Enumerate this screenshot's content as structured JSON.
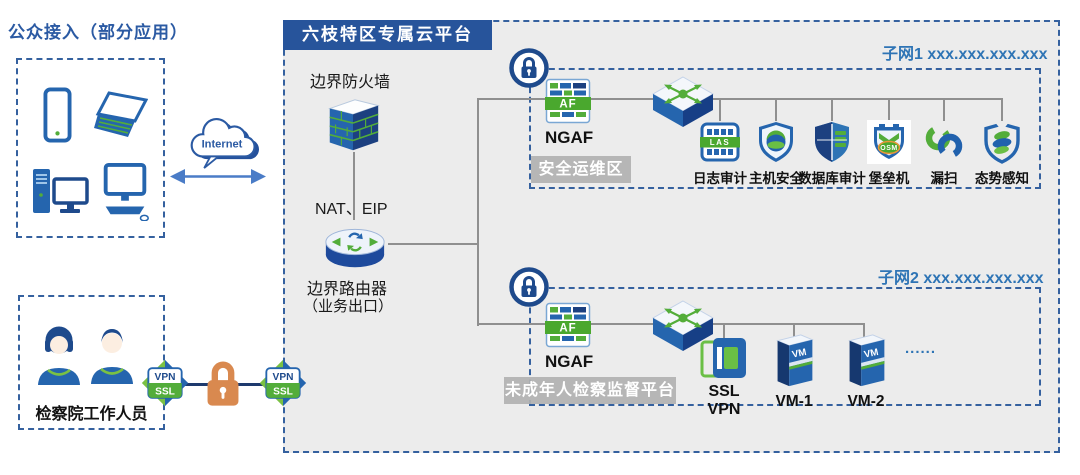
{
  "public_access": {
    "title": "公众接入（部分应用）"
  },
  "internet": {
    "label": "Internet"
  },
  "staff": {
    "label": "检察院工作人员"
  },
  "vpn_gateway": {
    "top_label": "VPN",
    "bottom_label": "SSL"
  },
  "platform": {
    "title": "六枝特区专属云平台",
    "border_firewall_label": "边界防火墙",
    "nat_eip_label": "NAT、EIP",
    "border_router_label": "边界路由器",
    "border_router_sublabel": "（业务出口）"
  },
  "subnet1": {
    "title": "子网1 xxx.xxx.xxx.xxx",
    "zone_badge": "安全运维区",
    "ngaf": {
      "label": "NGAF",
      "badge": "AF"
    },
    "devices": [
      {
        "label": "日志审计",
        "badge": "LAS"
      },
      {
        "label": "主机安全"
      },
      {
        "label": "数据库审计"
      },
      {
        "label": "堡垒机",
        "badge": "OSM"
      },
      {
        "label": "漏扫"
      },
      {
        "label": "态势感知"
      }
    ]
  },
  "subnet2": {
    "title": "子网2 xxx.xxx.xxx.xxx",
    "zone_badge": "未成年人检察监督平台",
    "ngaf": {
      "label": "NGAF",
      "badge": "AF"
    },
    "ssl_vpn_label": "SSL VPN",
    "vm_badge": "VM",
    "vms": [
      {
        "label": "VM-1"
      },
      {
        "label": "VM-2"
      }
    ],
    "more_label": "......"
  },
  "colors": {
    "primary_blue": "#2565ae",
    "dark_navy": "#1e4a8c",
    "green": "#53ad3a",
    "panel_gray": "#ececec",
    "badge_gray": "#b2b2b2",
    "line_gray": "#8f8f8f",
    "dashed_border_blue": "#35619f",
    "banner_navy": "#27549b",
    "orange_lock": "#d9894f",
    "subnet_title_blue": "#2e74b5"
  }
}
